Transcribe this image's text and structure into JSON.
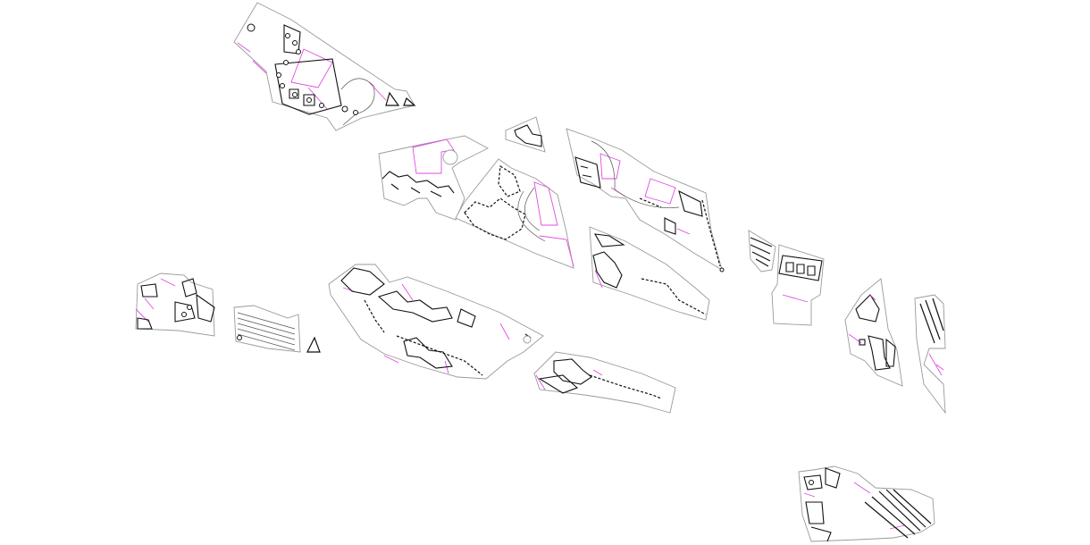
{
  "map": {
    "colors": {
      "background": "#ffffff",
      "parcel_outline": "#9a9a9a",
      "zoning_line": "#e04ce0",
      "building": "#111111"
    },
    "layers": [
      "parcel-outlines",
      "zoning-lines",
      "building-footprints",
      "hatching",
      "trees"
    ]
  }
}
